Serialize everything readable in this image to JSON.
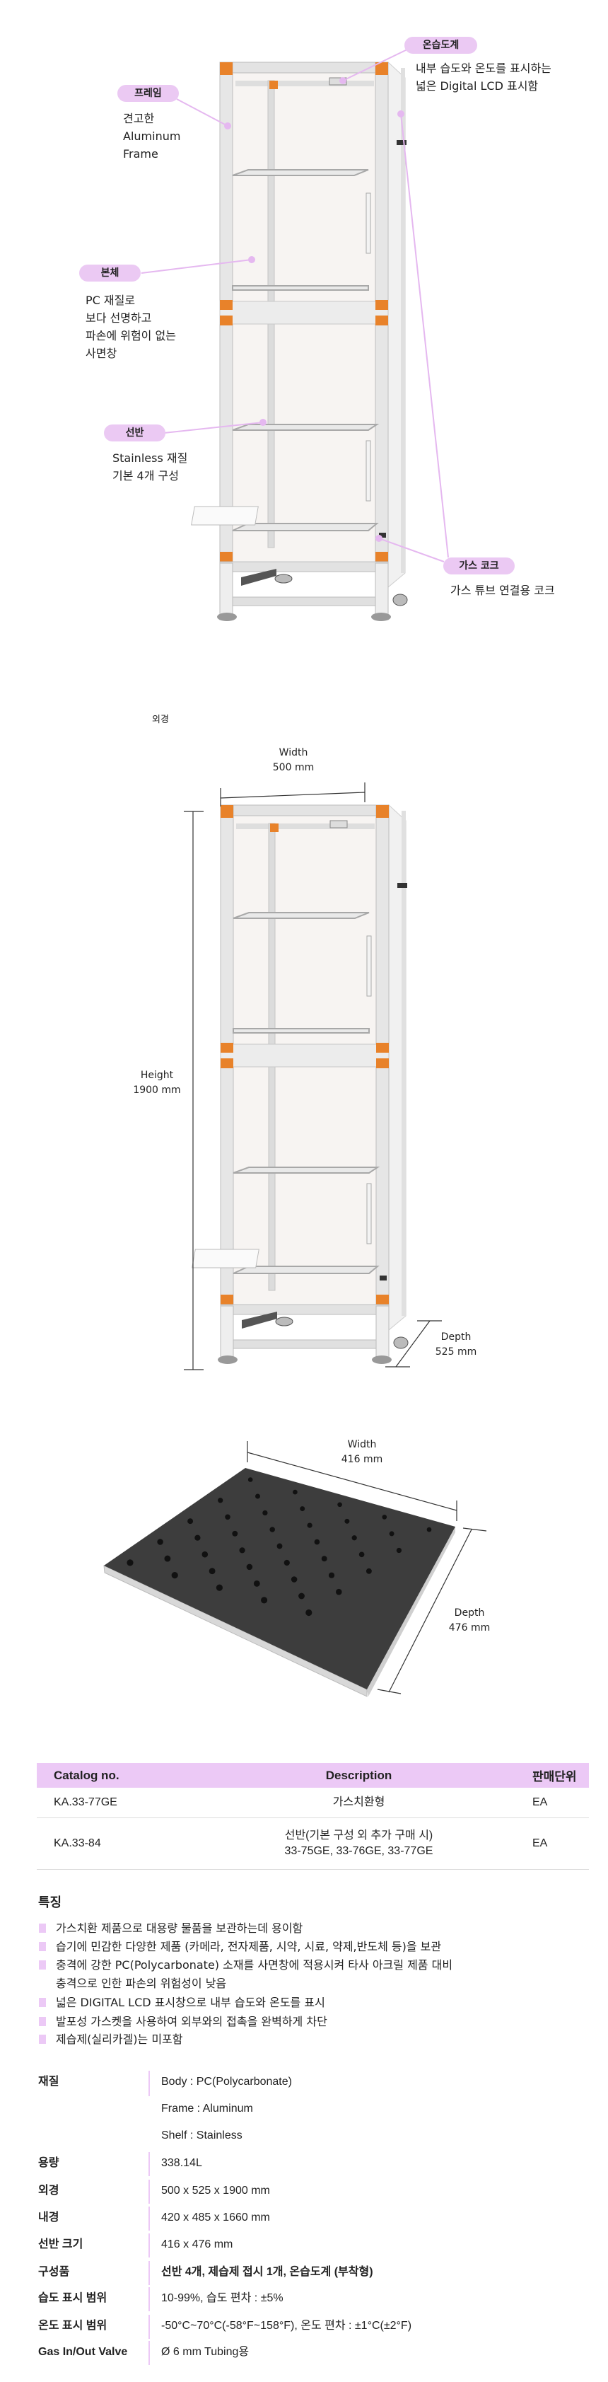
{
  "callouts": [
    {
      "tag": "온습도계",
      "text": "내부 습도와 온도를 표시하는\n넓은 Digital LCD 표시함"
    },
    {
      "tag": "프레임",
      "text": "견고한\nAluminum\nFrame"
    },
    {
      "tag": "본체",
      "text": "PC 재질로\n보다 선명하고\n파손에 위험이 없는\n사면창"
    },
    {
      "tag": "선반",
      "text": "Stainless 재질\n기본 4개 구성"
    },
    {
      "tag": "가스 코크",
      "text": "가스 튜브 연결용 코크"
    }
  ],
  "dimensions": {
    "section_label": "외경",
    "width": "Width\n500 mm",
    "height": "Height\n1900 mm",
    "depth": "Depth\n525  mm"
  },
  "shelf_dimensions": {
    "width": "Width\n416 mm",
    "depth": "Depth\n476 mm"
  },
  "catalog_table": {
    "headers": [
      "Catalog no.",
      "Description",
      "판매단위"
    ],
    "rows": [
      [
        "KA.33-77GE",
        "가스치환형",
        "EA"
      ],
      [
        "KA.33-84",
        "선반(기본 구성 외 추가 구매 시)\n33-75GE, 33-76GE, 33-77GE",
        "EA"
      ]
    ]
  },
  "features": {
    "title": "특징",
    "items": [
      "가스치환 제품으로 대용량 물품을 보관하는데 용이함",
      "습기에 민감한 다양한 제품 (카메라, 전자제품, 시약, 시료, 약제,반도체 등)을 보관",
      "충격에 강한 PC(Polycarbonate) 소재를 사면창에 적용시켜 타사 아크릴 제품 대비",
      "충격으로 인한 파손의 위험성이 낮음",
      "넓은 DIGITAL LCD 표시창으로 내부 습도와 온도를 표시",
      "발포성 가스켓을 사용하여 외부와의 접촉을 완벽하게 차단",
      "제습제(실리카겔)는 미포함"
    ]
  },
  "specs": {
    "material_label": "재질",
    "material": [
      "Body : PC(Polycarbonate)",
      "Frame : Aluminum",
      "Shelf : Stainless"
    ],
    "rows": [
      {
        "label": "용량",
        "value": "338.14L"
      },
      {
        "label": "외경",
        "value": "500 x 525 x 1900 mm"
      },
      {
        "label": "내경",
        "value": "420 x 485 x 1660 mm"
      },
      {
        "label": "선반 크기",
        "value": "416 x 476 mm"
      },
      {
        "label": "구성품",
        "value": "선반 4개, 제습제 접시 1개, 온습도계 (부착형)"
      },
      {
        "label": "습도 표시 범위",
        "value": "10-99%, 습도 편차 : ±5%"
      },
      {
        "label": "온도 표시 범위",
        "value": "-50°C~70°C(-58°F~158°F), 온도 편차 : ±1°C(±2°F)"
      },
      {
        "label": "Gas In/Out Valve",
        "value": "Ø 6 mm Tubing용"
      }
    ]
  },
  "colors": {
    "accent": "#ebc9f3",
    "frame_orange": "#e8822a"
  }
}
